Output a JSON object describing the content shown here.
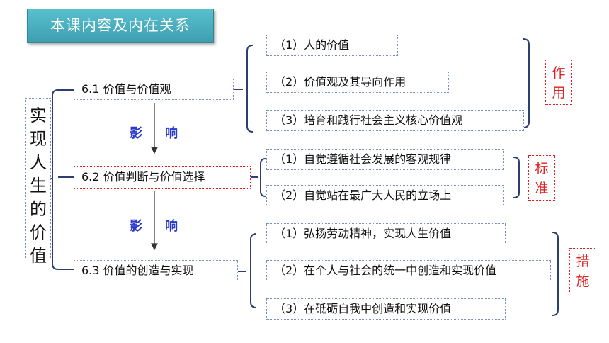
{
  "title": "本课内容及内在关系",
  "root": "实现人生的价值",
  "sections": [
    {
      "label": "6.1 价值与价值观",
      "items": [
        "（1）人的价值",
        "（2）价值观及其导向作用",
        "（3）培育和践行社会主义核心价值观"
      ],
      "tag": "作用"
    },
    {
      "label": "6.2 价值判断与价值选择",
      "items": [
        "（1）自觉遵循社会发展的客观规律",
        "（2）自觉站在最广大人民的立场上"
      ],
      "tag": "标准"
    },
    {
      "label": "6.3 价值的创造与实现",
      "items": [
        "（1）弘扬劳动精神，实现人生价值",
        "（2）在个人与社会的统一中创造和实现价值",
        "（3）在砥砺自我中创造和实现价值"
      ],
      "tag": "措施"
    }
  ],
  "influence": [
    "影",
    "响"
  ],
  "colors": {
    "banner": "#4aaebd",
    "line": "#2e3f6e",
    "red": "#e02020",
    "influence": "#2a39c9"
  }
}
